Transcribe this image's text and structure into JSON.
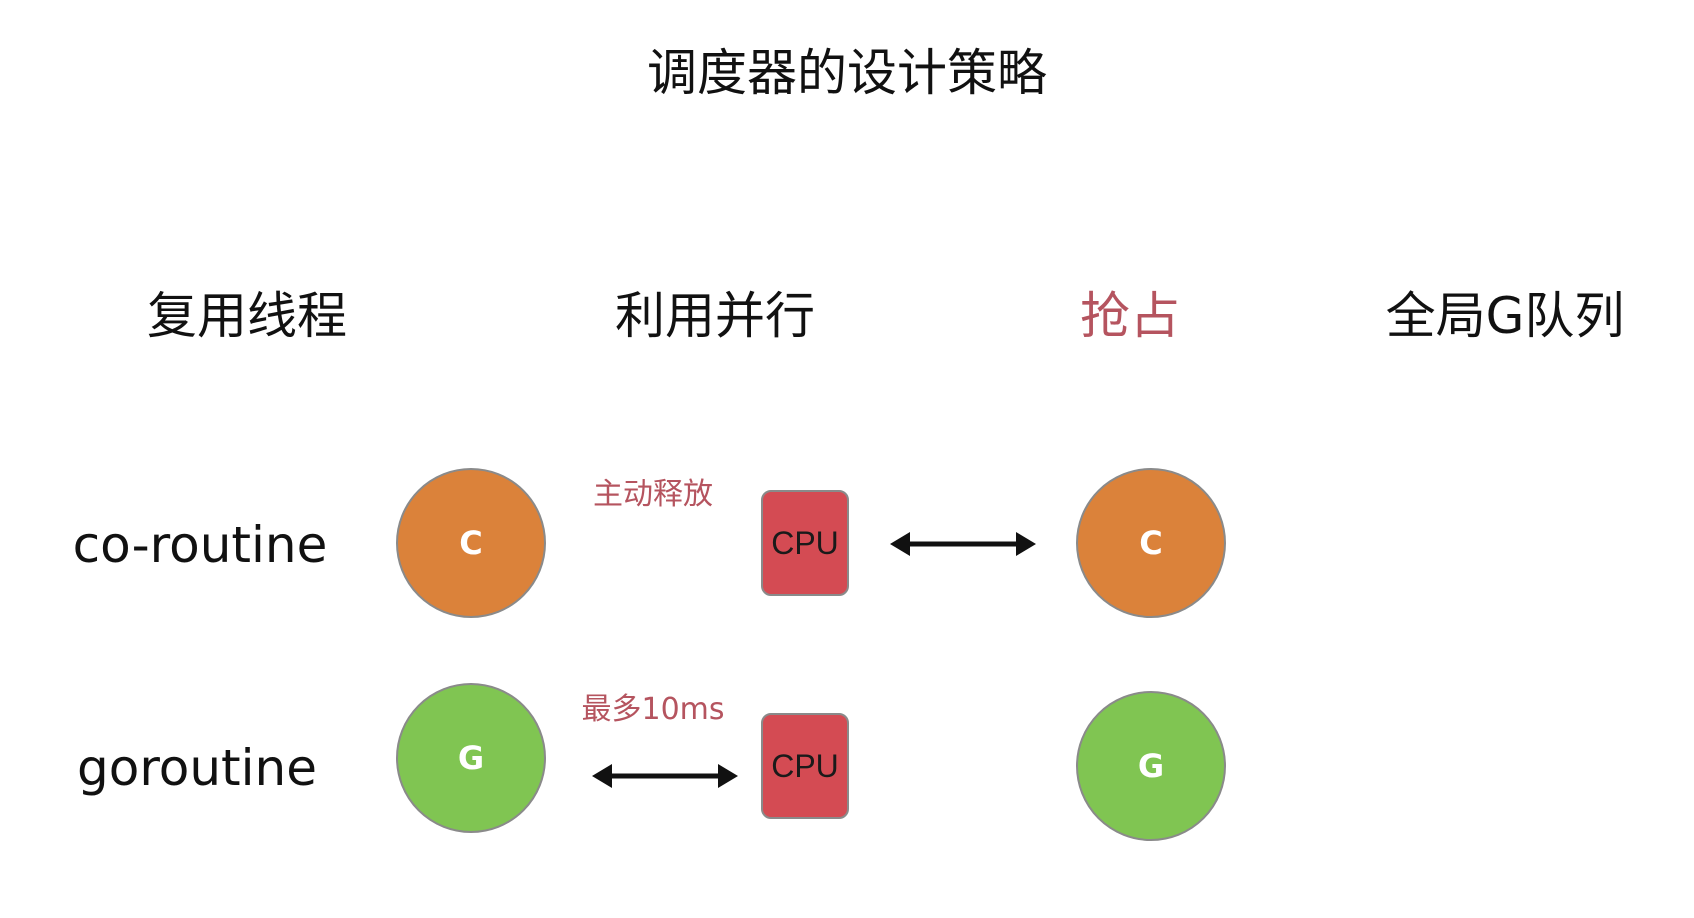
{
  "title": "调度器的设计策略",
  "headings": [
    {
      "text": "复用线程",
      "highlight": false
    },
    {
      "text": "利用并行",
      "highlight": false
    },
    {
      "text": "抢占",
      "highlight": true
    },
    {
      "text": "全局G队列",
      "highlight": false
    }
  ],
  "rows": [
    {
      "label": "co-routine",
      "left_circle": "C",
      "note": "主动释放",
      "cpu": "CPU",
      "right_circle": "C"
    },
    {
      "label": "goroutine",
      "left_circle": "G",
      "note": "最多10ms",
      "cpu": "CPU",
      "right_circle": "G"
    }
  ],
  "colors": {
    "highlight_text": "#b5545f",
    "coroutine_circle": "#db823a",
    "goroutine_circle": "#80c552",
    "cpu_box": "#d44b53"
  },
  "icons": [
    "double-arrow-icon"
  ]
}
